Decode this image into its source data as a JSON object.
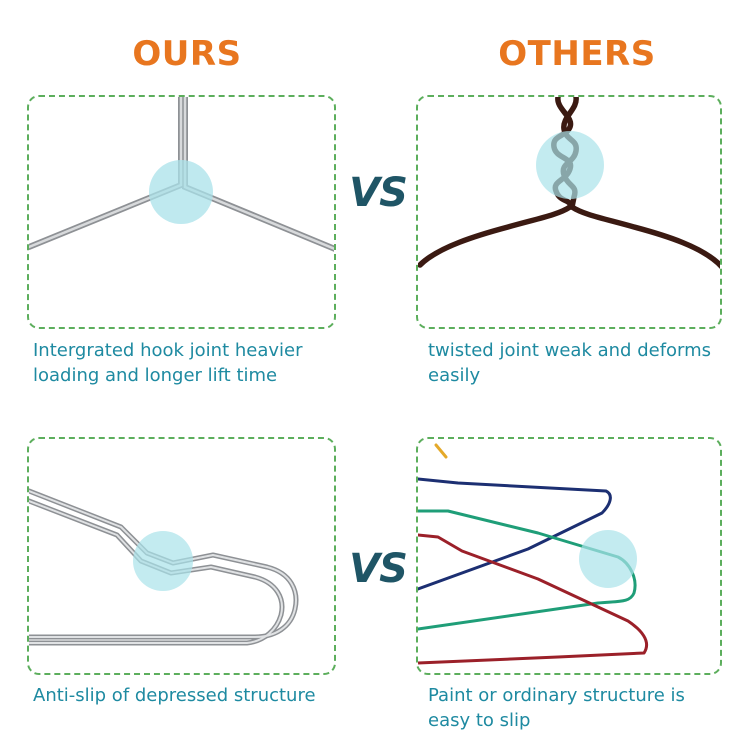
{
  "headings": {
    "ours": "OURS",
    "others": "OTHERS"
  },
  "vs_label": "VS",
  "captions": {
    "top_left": "Intergrated hook joint heavier loading and longer lift time",
    "top_right": "twisted joint weak and deforms easily",
    "bottom_left": "Anti-slip of depressed structure",
    "bottom_right": "Paint or ordinary structure is easy to slip"
  },
  "colors": {
    "heading": "#e8761f",
    "caption": "#1e8aa1",
    "vs": "#1f5566",
    "panel_border": "#5cae5c",
    "highlight": "#a9e2ea",
    "steel": "#a9acb0",
    "brown_wire": "#3b1a12",
    "navy_wire": "#1c2f72",
    "green_wire": "#1f9e78",
    "red_wire": "#9b2029",
    "yellow_wire": "#e4a92a"
  }
}
